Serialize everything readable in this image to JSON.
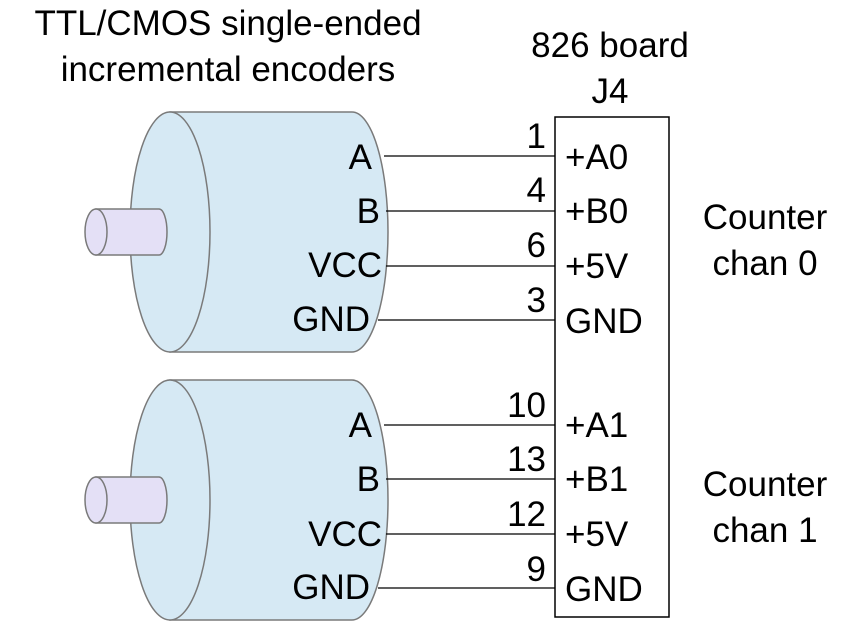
{
  "title_lines": [
    "TTL/CMOS single-ended",
    "incremental encoders"
  ],
  "board": {
    "title_lines": [
      "826 board",
      "J4"
    ]
  },
  "encoders": [
    {
      "signals": [
        "A",
        "B",
        "VCC",
        "GND"
      ],
      "pins": [
        "1",
        "4",
        "6",
        "3"
      ],
      "connector_labels": [
        "+A0",
        "+B0",
        "+5V",
        "GND"
      ],
      "counter_label_lines": [
        "Counter",
        "chan 0"
      ]
    },
    {
      "signals": [
        "A",
        "B",
        "VCC",
        "GND"
      ],
      "pins": [
        "10",
        "13",
        "12",
        "9"
      ],
      "connector_labels": [
        "+A1",
        "+B1",
        "+5V",
        "GND"
      ],
      "counter_label_lines": [
        "Counter",
        "chan 1"
      ]
    }
  ],
  "colors": {
    "encoder_body": "#d6e9f4",
    "encoder_shaft": "#e4e0f6",
    "line": "#000000"
  }
}
